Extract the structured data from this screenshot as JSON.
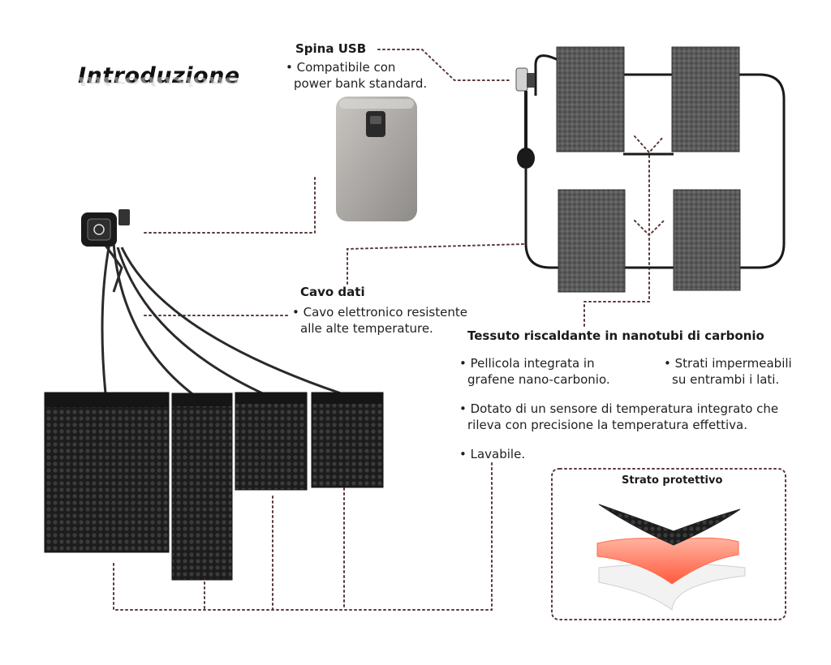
{
  "title": "Introduzione",
  "usb": {
    "heading": "Spina USB",
    "line1": "Compatibile con",
    "line2": "power bank standard."
  },
  "cable": {
    "heading": "Cavo dati",
    "line1": "Cavo elettronico resistente",
    "line2": "alle alte temperature."
  },
  "fabric": {
    "heading": "Tessuto riscaldante in nanotubi di carbonio",
    "b1_line1": "Pellicola integrata in",
    "b1_line2": "grafene nano-carbonio.",
    "b2_line1": "Strati impermeabili",
    "b2_line2": "su entrambi i lati.",
    "b3_line1": "Dotato di un sensore di temperatura integrato che",
    "b3_line2": "rileva con precisione la temperatura effettiva.",
    "b4": "Lavabile."
  },
  "protective": {
    "heading": "Strato protettivo"
  },
  "colors": {
    "pad_dark": "#1b1b1b",
    "pad_grey": "#555555",
    "powerbank": "#a8a5a1",
    "heat_layer": "#ff6a4d",
    "leader_line": "#5a3a3a"
  }
}
